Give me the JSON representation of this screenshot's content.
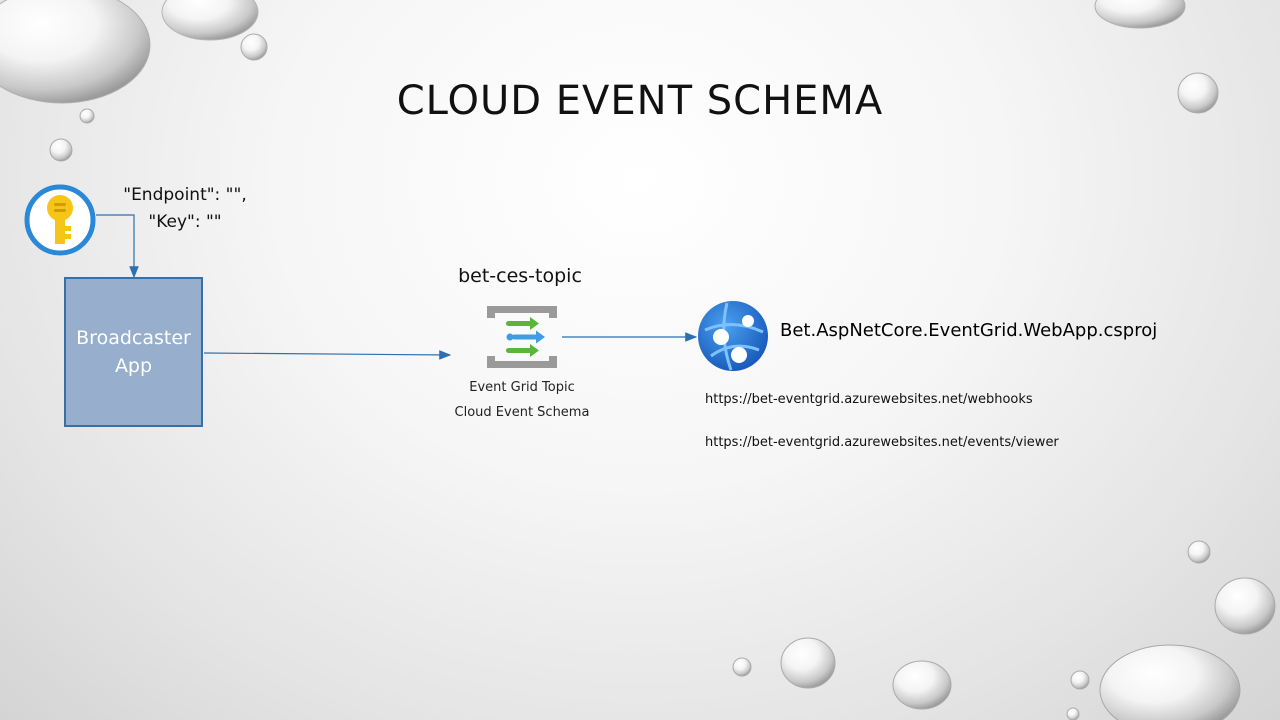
{
  "slide": {
    "title": "CLOUD EVENT SCHEMA"
  },
  "config": {
    "endpoint_line": "\"Endpoint\": \"\",",
    "key_line": "\"Key\": \"\""
  },
  "broadcaster": {
    "label": "Broadcaster App"
  },
  "topic": {
    "name": "bet-ces-topic",
    "caption_line1": "Event Grid Topic",
    "caption_line2": "Cloud Event Schema"
  },
  "webapp": {
    "project": "Bet.AspNetCore.EventGrid.WebApp.csproj",
    "urls": [
      "https://bet-eventgrid.azurewebsites.net/webhooks",
      "https://bet-eventgrid.azurewebsites.net/events/viewer"
    ]
  },
  "icons": {
    "key": "key-vault-icon",
    "event_grid": "event-grid-topic-icon",
    "web_app": "web-app-icon"
  },
  "colors": {
    "app_box_fill": "#97afcc",
    "app_box_border": "#3670a8",
    "connector": "#2e6fb0",
    "key_gold": "#f5c518",
    "azure_blue": "#1f6fd1"
  }
}
